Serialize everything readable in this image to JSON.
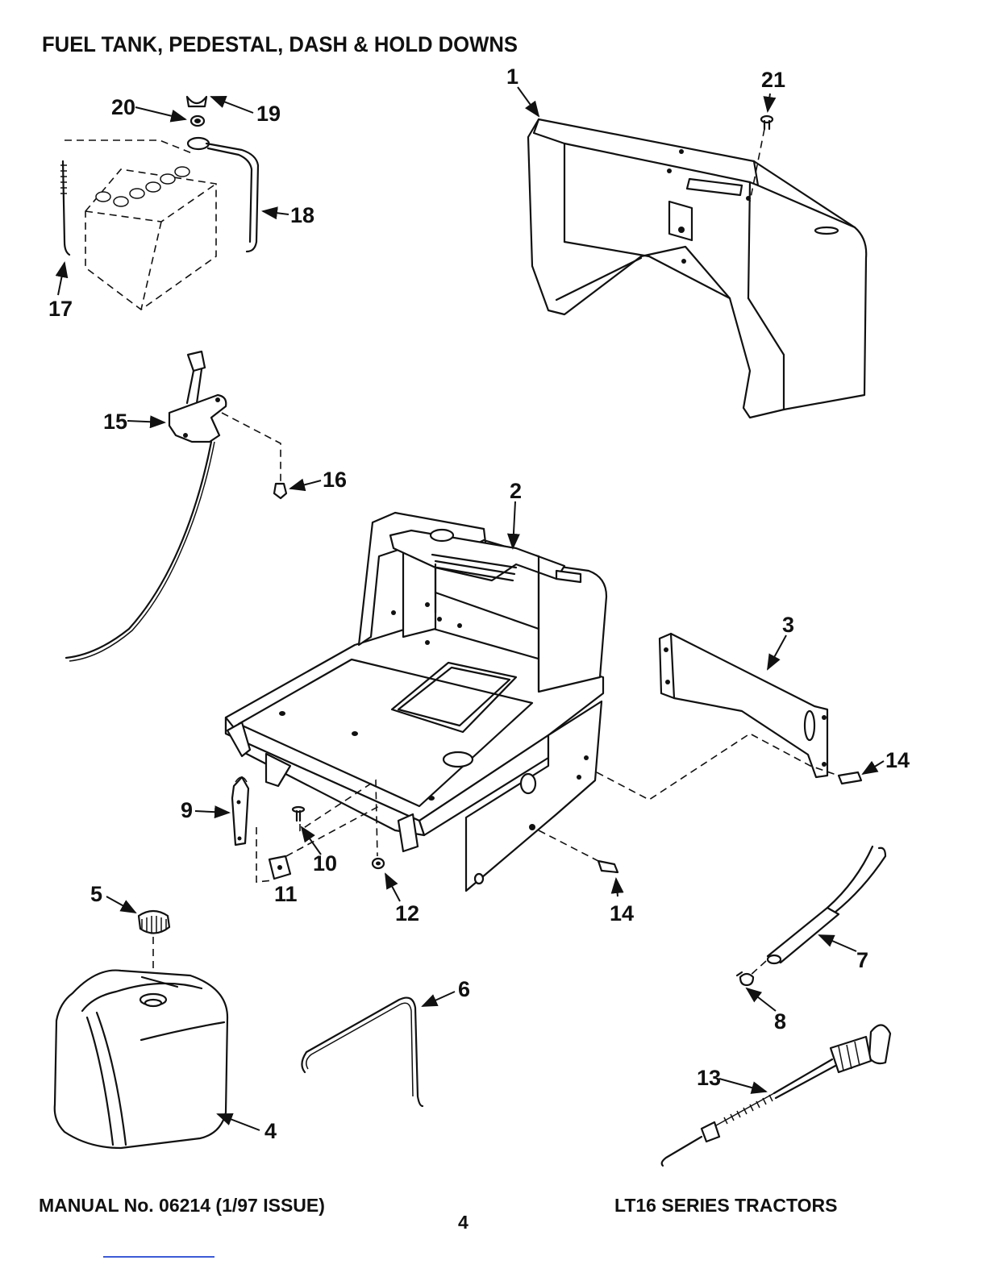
{
  "page": {
    "title": "FUEL TANK, PEDESTAL, DASH & HOLD DOWNS",
    "footer_left": "MANUAL No. 06214 (1/97 ISSUE)",
    "footer_right": "LT16 SERIES TRACTORS",
    "page_number": "4"
  },
  "callouts": [
    {
      "id": "1",
      "label": "1",
      "part": "dash-panel"
    },
    {
      "id": "2",
      "label": "2",
      "part": "pedestal"
    },
    {
      "id": "3",
      "label": "3",
      "part": "side-bracket"
    },
    {
      "id": "4",
      "label": "4",
      "part": "fuel-tank"
    },
    {
      "id": "5",
      "label": "5",
      "part": "fuel-cap"
    },
    {
      "id": "6",
      "label": "6",
      "part": "tank-hold-down-rod"
    },
    {
      "id": "7",
      "label": "7",
      "part": "fuel-hose"
    },
    {
      "id": "8",
      "label": "8",
      "part": "hose-clamp"
    },
    {
      "id": "9",
      "label": "9",
      "part": "latch"
    },
    {
      "id": "10",
      "label": "10",
      "part": "screw"
    },
    {
      "id": "11",
      "label": "11",
      "part": "clip-nut"
    },
    {
      "id": "12",
      "label": "12",
      "part": "nut"
    },
    {
      "id": "13",
      "label": "13",
      "part": "choke-cable"
    },
    {
      "id": "14a",
      "label": "14",
      "part": "bolt"
    },
    {
      "id": "14b",
      "label": "14",
      "part": "bolt"
    },
    {
      "id": "15",
      "label": "15",
      "part": "throttle-control"
    },
    {
      "id": "16",
      "label": "16",
      "part": "bolt"
    },
    {
      "id": "17",
      "label": "17",
      "part": "battery-hold-down-rod"
    },
    {
      "id": "18",
      "label": "18",
      "part": "battery-strap"
    },
    {
      "id": "19",
      "label": "19",
      "part": "wing-nut"
    },
    {
      "id": "20",
      "label": "20",
      "part": "washer"
    },
    {
      "id": "21",
      "label": "21",
      "part": "screw"
    }
  ]
}
